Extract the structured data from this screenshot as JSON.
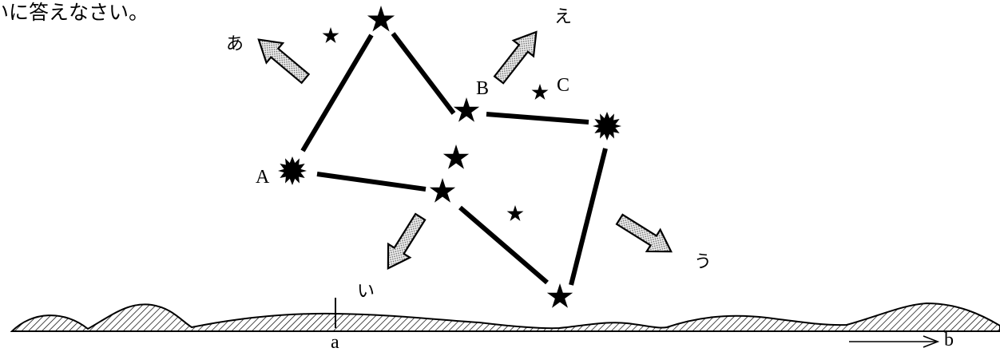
{
  "header_fragment": "いに答えなさい。",
  "arrow_labels": {
    "a": "あ",
    "i": "い",
    "u": "う",
    "e": "え"
  },
  "star_labels": {
    "A": "A",
    "B": "B",
    "C": "C"
  },
  "ground_labels": {
    "a": "a",
    "b": "b"
  },
  "colors": {
    "ink": "#000000",
    "background": "#ffffff",
    "arrow_fill": "#e8e8e8"
  }
}
